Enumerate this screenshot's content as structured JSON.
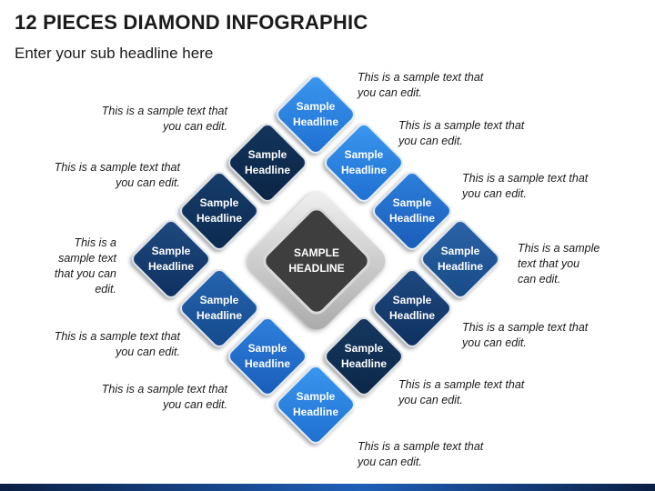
{
  "title": "12 PIECES DIAMOND INFOGRAPHIC",
  "subtitle": "Enter your sub headline here",
  "center": {
    "line1": "SAMPLE",
    "line2": "HEADLINE"
  },
  "headline": {
    "line1": "Sample",
    "line2": "Headline"
  },
  "colors": {
    "dark_navy": "#0e2d54",
    "navy": "#173f78",
    "blue": "#1f60c0",
    "light_blue": "#2b87e3",
    "center": "#3e3e3e"
  },
  "notes": [
    {
      "line1": "This is a sample text that",
      "line2": "you can edit."
    },
    {
      "line1": "This is a sample text that",
      "line2": "you can edit."
    },
    {
      "line1": "This is a sample text that",
      "line2": "you can edit."
    },
    {
      "line1": "This is a sample",
      "line2": "text that you",
      "line3": "can edit."
    },
    {
      "line1": "This is a sample text that",
      "line2": "you can edit."
    },
    {
      "line1": "This is a sample text that",
      "line2": "you can edit."
    },
    {
      "line1": "This is a sample text that",
      "line2": "you can edit."
    },
    {
      "line1": "This is a sample text that",
      "line2": "you can edit."
    },
    {
      "line1": "This is a sample text that",
      "line2": "you can edit."
    },
    {
      "line1": "This is a",
      "line2": "sample text",
      "line3": "that you can",
      "line4": "edit."
    },
    {
      "line1": "This is a sample text that",
      "line2": "you can edit."
    },
    {
      "line1": "This is a sample text that",
      "line2": "you can edit."
    }
  ]
}
